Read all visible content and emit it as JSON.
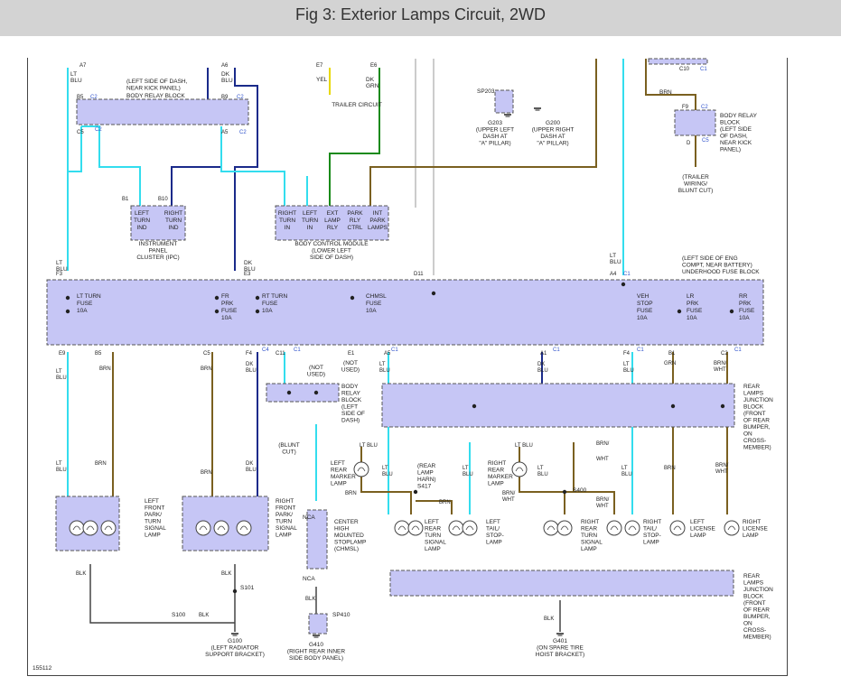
{
  "title": "Fig 3: Exterior Lamps Circuit, 2WD",
  "figure_id": "155112",
  "colors": {
    "lt_blu": "#33ddee",
    "dk_blu": "#1a2a8a",
    "brn": "#7a6020",
    "dk_grn": "#1a8a1a",
    "yel": "#e8d800",
    "blk": "#444444",
    "module_fill": "#c6c6f5"
  },
  "modules": {
    "body_relay_top": "BODY RELAY BLOCK",
    "body_relay_top_loc": [
      "(LEFT SIDE OF DASH,",
      "NEAR KICK PANEL)"
    ],
    "ipc_name": [
      "INSTRUMENT",
      "PANEL",
      "CLUSTER (IPC)"
    ],
    "ipc_cells": [
      [
        "LEFT",
        "TURN",
        "IND"
      ],
      [
        "RIGHT",
        "TURN",
        "IND"
      ]
    ],
    "bcm_name": [
      "BODY CONTROL MODULE",
      "(LOWER LEFT",
      "SIDE OF DASH)"
    ],
    "bcm_cells": [
      [
        "RIGHT",
        "TURN",
        "IN"
      ],
      [
        "LEFT",
        "TURN",
        "IN"
      ],
      [
        "EXT",
        "LAMP",
        "RLY"
      ],
      [
        "PARK",
        "RLY",
        "CTRL"
      ],
      [
        "INT",
        "PARK",
        "LAMPS"
      ]
    ],
    "trailer": "TRAILER CIRCUIT",
    "g203": [
      "G203",
      "(UPPER LEFT",
      "DASH AT",
      "\"A\" PILLAR)"
    ],
    "g200": [
      "G200",
      "(UPPER RIGHT",
      "DASH AT",
      "\"A\" PILLAR)"
    ],
    "body_relay_right": [
      "BODY RELAY",
      "BLOCK",
      "(LEFT SIDE",
      "OF DASH,",
      "NEAR KICK",
      "PANEL)"
    ],
    "trailer_wiring": [
      "(TRAILER",
      "WIRING/",
      "BLUNT CUT)"
    ],
    "underhood": [
      "(LEFT SIDE OF ENG",
      "COMPT, NEAR BATTERY)",
      "UNDERHOOD FUSE BLOCK"
    ],
    "fuses": [
      [
        "LT TURN",
        "FUSE",
        "10A"
      ],
      [
        "FR",
        "PRK",
        "FUSE",
        "10A"
      ],
      [
        "RT TURN",
        "FUSE",
        "10A"
      ],
      [
        "CHMSL",
        "FUSE",
        "10A"
      ],
      [
        "VEH",
        "STOP",
        "FUSE",
        "10A"
      ],
      [
        "LR",
        "PRK",
        "FUSE",
        "10A"
      ],
      [
        "RR",
        "PRK",
        "FUSE",
        "10A"
      ]
    ],
    "body_relay_mid": [
      "BODY",
      "RELAY",
      "BLOCK",
      "(LEFT",
      "SIDE OF",
      "DASH)"
    ],
    "blunt_cut": [
      "(BLUNT",
      "CUT)"
    ],
    "rear_junction_top": [
      "REAR",
      "LAMPS",
      "JUNCTION",
      "BLOCK",
      "(FRONT",
      "OF REAR",
      "BUMPER,",
      "ON",
      "CROSS-",
      "MEMBER)"
    ],
    "rear_junction_bot": [
      "REAR",
      "LAMPS",
      "JUNCTION",
      "BLOCK",
      "(FRONT",
      "OF REAR",
      "BUMPER,",
      "ON",
      "CROSS-",
      "MEMBER)"
    ],
    "lamps": {
      "lf_front": [
        "LEFT",
        "FRONT",
        "PARK/",
        "TURN",
        "SIGNAL",
        "LAMP"
      ],
      "rf_front": [
        "RIGHT",
        "FRONT",
        "PARK/",
        "TURN",
        "SIGNAL",
        "LAMP"
      ],
      "chmsl": [
        "CENTER",
        "HIGH",
        "MOUNTED",
        "STOPLAMP",
        "(CHMSL)"
      ],
      "l_marker": [
        "LEFT",
        "REAR",
        "MARKER",
        "LAMP"
      ],
      "r_marker": [
        "RIGHT",
        "REAR",
        "MARKER",
        "LAMP"
      ],
      "l_rear_turn": [
        "LEFT",
        "REAR",
        "TURN",
        "SIGNAL",
        "LAMP"
      ],
      "l_tail": [
        "LEFT",
        "TAIL/",
        "STOP-",
        "LAMP"
      ],
      "r_rear_turn": [
        "RIGHT",
        "REAR",
        "TURN",
        "SIGNAL",
        "LAMP"
      ],
      "r_tail": [
        "RIGHT",
        "TAIL/",
        "STOP-",
        "LAMP"
      ],
      "l_license": [
        "LEFT",
        "LICENSE",
        "LAMP"
      ],
      "r_license": [
        "RIGHT",
        "LICENSE",
        "LAMP"
      ]
    },
    "rear_lamp_harn": [
      "(REAR",
      "LAMP",
      "HARN)",
      "S417"
    ],
    "s400": "S400",
    "s100": "S100",
    "s101": "S101",
    "sp410": "SP410",
    "sp203": "SP203",
    "g100": [
      "G100",
      "(LEFT RADIATOR",
      "SUPPORT BRACKET)"
    ],
    "g410": [
      "G410",
      "(RIGHT REAR INNER",
      "SIDE BODY PANEL)"
    ],
    "g401": [
      "G401",
      "(ON SPARE TIRE",
      "HOIST BRACKET)"
    ],
    "not_used": [
      "(NOT",
      "USED)"
    ],
    "nca": "NCA"
  }
}
